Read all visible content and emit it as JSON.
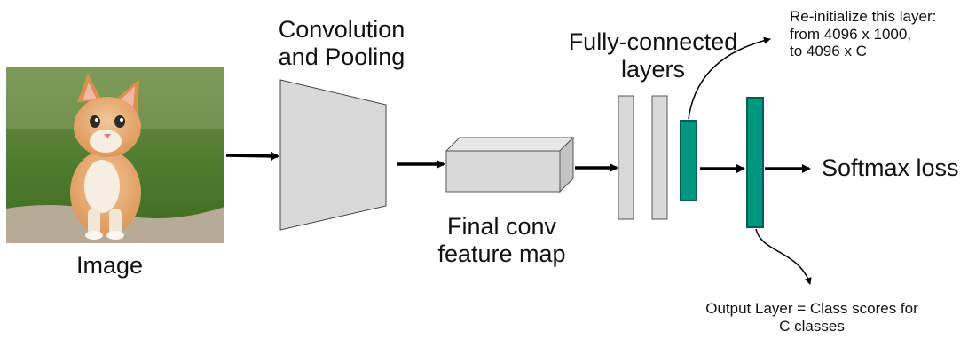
{
  "labels": {
    "image": "Image",
    "conv_line1": "Convolution",
    "conv_line2": "and Pooling",
    "featuremap_line1": "Final conv",
    "featuremap_line2": "feature map",
    "fc_line1": "Fully-connected",
    "fc_line2": "layers",
    "softmax": "Softmax loss",
    "reinit_line1": "Re-initialize this layer:",
    "reinit_line2": "from 4096 x 1000,",
    "reinit_line3": "to 4096 x C",
    "output_line1": "Output Layer = Class scores for",
    "output_line2": "C classes"
  },
  "colors": {
    "trapezoid_fill": "#d9d9d9",
    "box_fill": "#d9d9d9",
    "fc_fill": "#d9d9d9",
    "teal_fill": "#009680",
    "teal_stroke": "#005f50",
    "arrow": "#000000"
  }
}
